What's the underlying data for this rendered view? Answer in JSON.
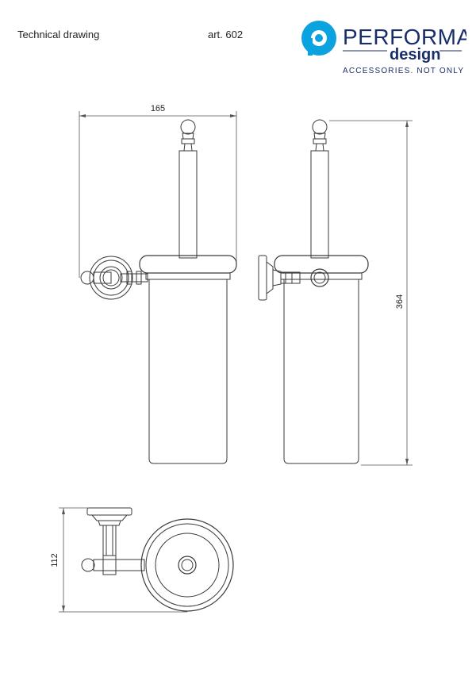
{
  "header": {
    "title": "Technical drawing",
    "article": "art. 602"
  },
  "logo": {
    "brand_top": "PERFORMA",
    "brand_bottom": "design",
    "tagline": "ACCESSORIES. NOT ONLY",
    "brand_color": "#1a2d6b",
    "mark_color": "#0aa3e0"
  },
  "dimensions": {
    "width": "165",
    "height": "364",
    "depth": "112"
  }
}
